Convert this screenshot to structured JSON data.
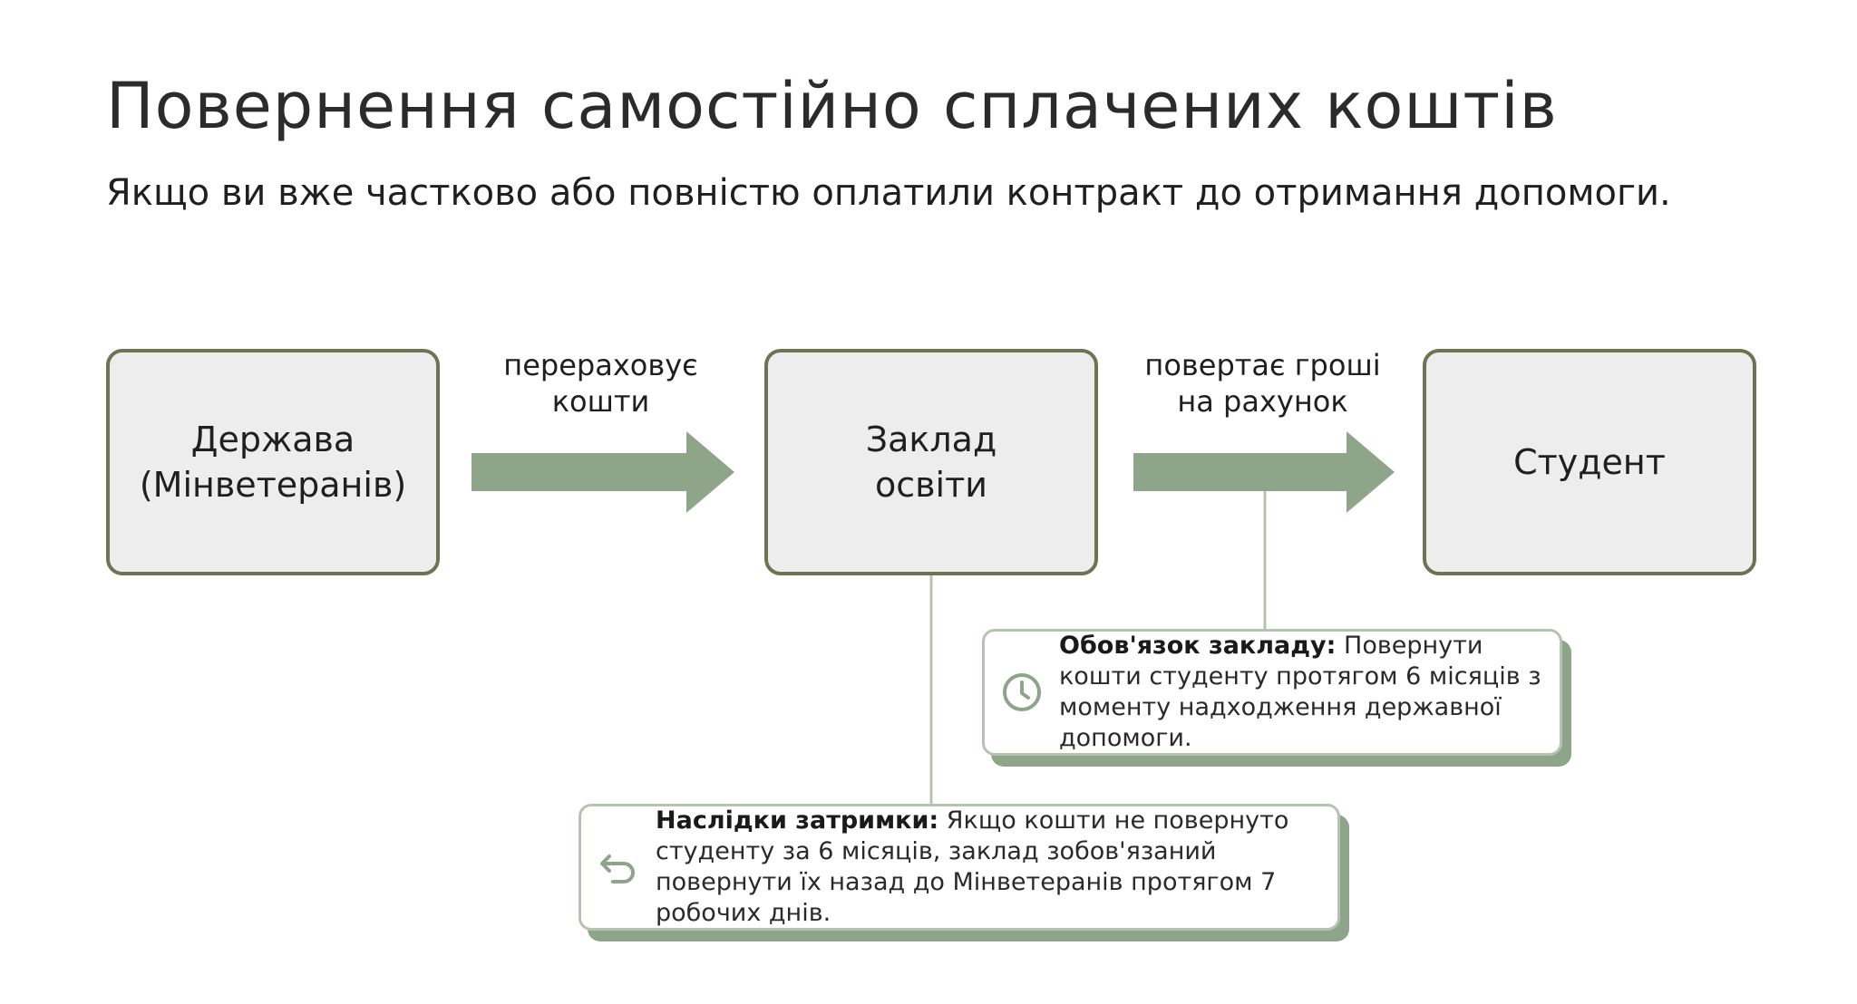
{
  "title": "Повернення самостійно сплачених коштів",
  "subtitle": "Якщо ви вже частково або повністю оплатили контракт до отримання допомоги.",
  "nodes": {
    "state": "Держава\n(Мінветеранів)",
    "school": "Заклад\nосвіти",
    "student": "Студент"
  },
  "arrows": {
    "state_to_school": "перераховує\nкошти",
    "school_to_student": "повертає гроші\nна рахунок"
  },
  "callouts": {
    "obligation": {
      "heading": "Обов'язок закладу:",
      "text": " Повернути кошти студенту протягом 6 місяців з моменту надходження державної допомоги.",
      "icon": "clock-icon"
    },
    "delay": {
      "heading": "Наслідки затримки:",
      "text": " Якщо кошти не повернуто студенту за 6 місяців, заклад зобов'язаний повернути їх назад до Мінветеранів протягом 7 робочих днів.",
      "icon": "return-arrow-icon"
    }
  },
  "colors": {
    "node_fill": "#ededed",
    "node_border": "#6d7451",
    "arrow_fill": "#8ea58a",
    "connector_line": "#b4c4b0",
    "callout_border": "#b4c4b0",
    "callout_shadow": "#8ea58a",
    "icon_color": "#8ea58a"
  }
}
